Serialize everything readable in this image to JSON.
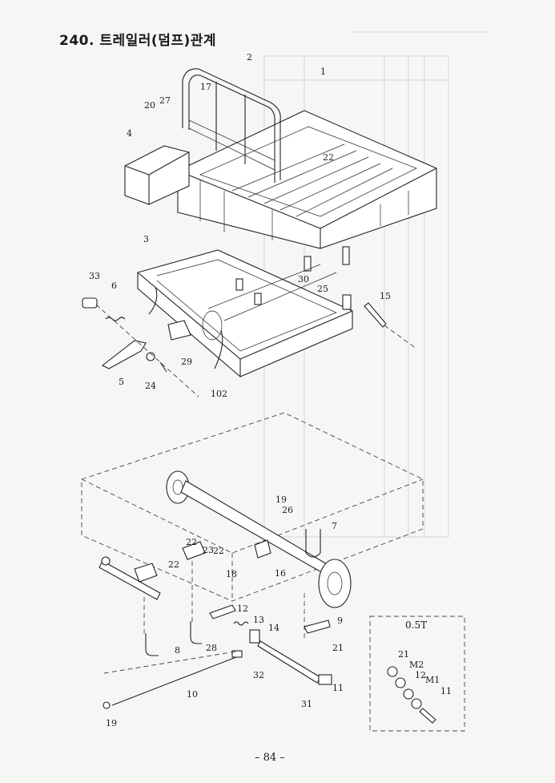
{
  "page": {
    "title": "240. 트레일러(덤프)관계",
    "page_number": "– 84 –",
    "inset_label": "0.5T"
  },
  "callouts": [
    {
      "label": "2"
    },
    {
      "label": "1"
    },
    {
      "label": "17"
    },
    {
      "label": "20"
    },
    {
      "label": "27"
    },
    {
      "label": "4"
    },
    {
      "label": "22"
    },
    {
      "label": "3"
    },
    {
      "label": "33"
    },
    {
      "label": "6"
    },
    {
      "label": "30"
    },
    {
      "label": "25"
    },
    {
      "label": "15"
    },
    {
      "label": "29"
    },
    {
      "label": "5"
    },
    {
      "label": "24"
    },
    {
      "label": "102"
    },
    {
      "label": "19"
    },
    {
      "label": "26"
    },
    {
      "label": "7"
    },
    {
      "label": "22"
    },
    {
      "label": "23"
    },
    {
      "label": "22"
    },
    {
      "label": "22"
    },
    {
      "label": "18"
    },
    {
      "label": "16"
    },
    {
      "label": "12"
    },
    {
      "label": "13"
    },
    {
      "label": "14"
    },
    {
      "label": "9"
    },
    {
      "label": "8"
    },
    {
      "label": "28"
    },
    {
      "label": "21"
    },
    {
      "label": "32"
    },
    {
      "label": "10"
    },
    {
      "label": "11"
    },
    {
      "label": "31"
    },
    {
      "label": "19"
    },
    {
      "label": "21"
    },
    {
      "label": "M2"
    },
    {
      "label": "12"
    },
    {
      "label": "M1"
    },
    {
      "label": "11"
    }
  ]
}
